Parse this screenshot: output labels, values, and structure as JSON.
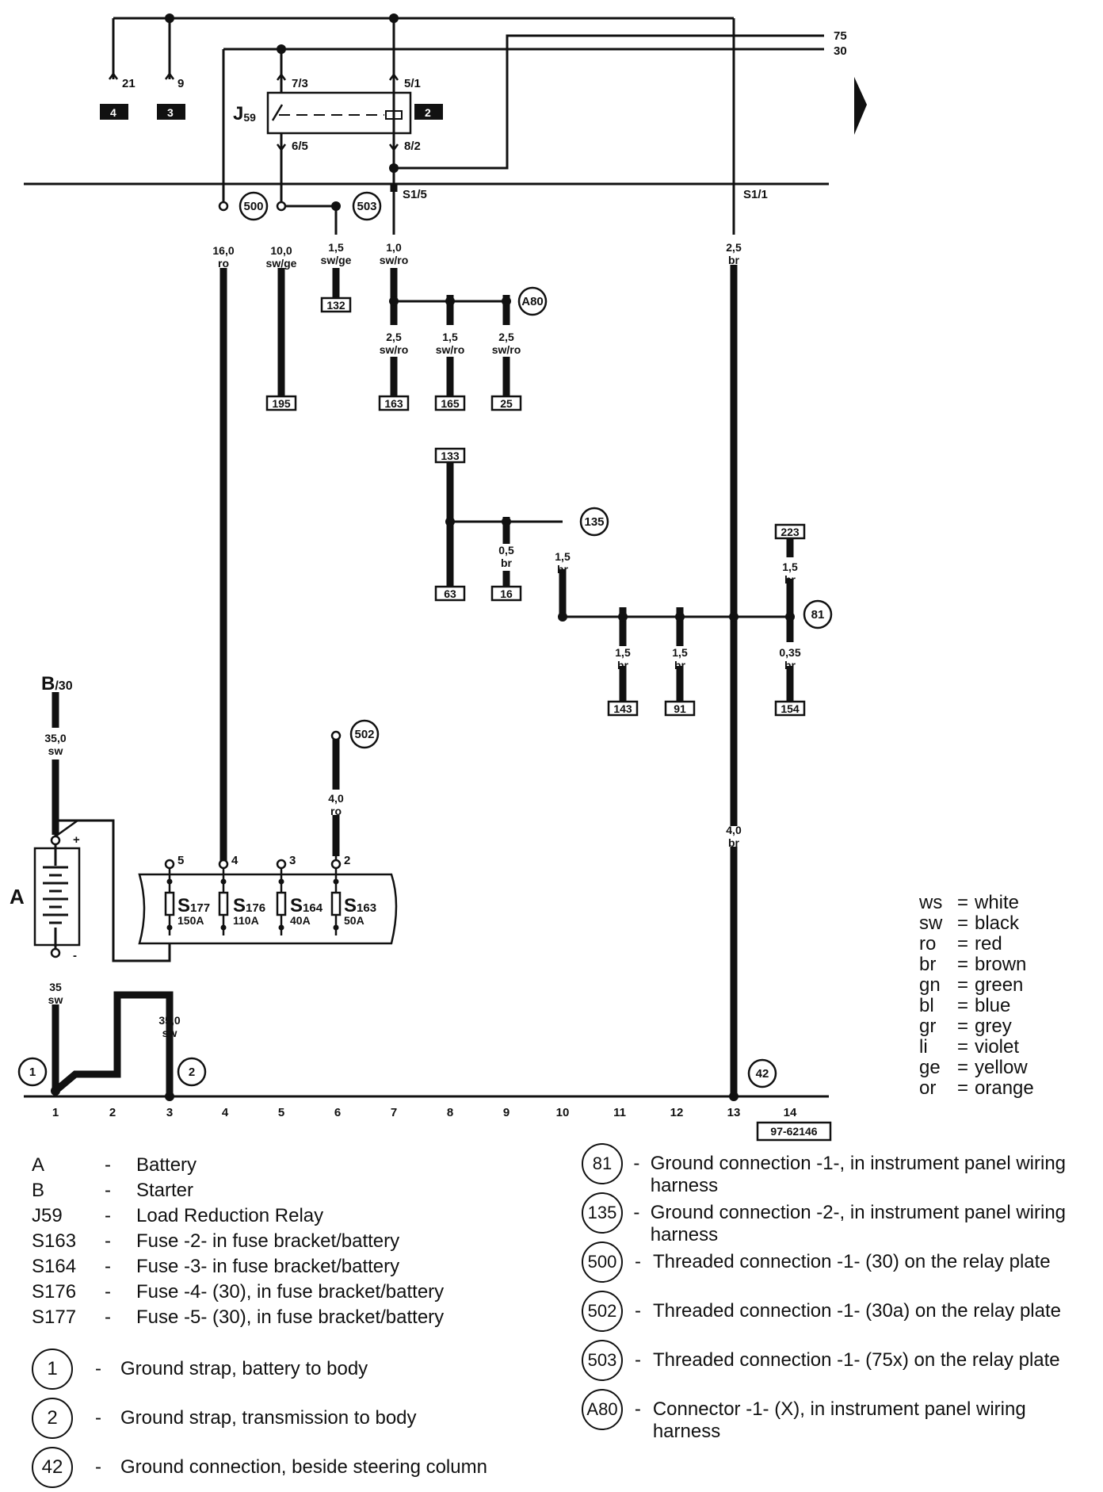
{
  "diagram": {
    "bus_top": [
      "75",
      "30"
    ],
    "relay": {
      "label": "J",
      "sub": "59",
      "pins": [
        "7/3",
        "5/1",
        "6/5",
        "8/2"
      ],
      "bus_pins": [
        "S1/5",
        "S1/1"
      ]
    },
    "fuse_connectors": [
      {
        "pin": "21",
        "box": "4"
      },
      {
        "pin": "9",
        "box": "3"
      },
      {
        "box": "2"
      }
    ],
    "wires": [
      {
        "size": "16,0",
        "color": "ro"
      },
      {
        "size": "10,0",
        "color": "sw/ge"
      },
      {
        "size": "1,5",
        "color": "sw/ge"
      },
      {
        "size": "1,0",
        "color": "sw/ro"
      },
      {
        "size": "2,5",
        "color": "br"
      },
      {
        "size": "2,5",
        "color": "sw/ro"
      },
      {
        "size": "1,5",
        "color": "sw/ro"
      },
      {
        "size": "2,5",
        "color": "sw/ro"
      },
      {
        "size": "0,5",
        "color": "br"
      },
      {
        "size": "1,5",
        "color": "br"
      },
      {
        "size": "1,5",
        "color": "br"
      },
      {
        "size": "1,5",
        "color": "br"
      },
      {
        "size": "1,5",
        "color": "br"
      },
      {
        "size": "0,35",
        "color": "br"
      },
      {
        "size": "35,0",
        "color": "sw"
      },
      {
        "size": "4,0",
        "color": "ro"
      },
      {
        "size": "4,0",
        "color": "br"
      },
      {
        "size": "35",
        "color": "sw"
      },
      {
        "size": "35,0",
        "color": "sw"
      }
    ],
    "refs": [
      "132",
      "195",
      "163",
      "165",
      "25",
      "133",
      "63",
      "16",
      "223",
      "143",
      "91",
      "154"
    ],
    "circles": [
      "500",
      "503",
      "A80",
      "135",
      "81",
      "502",
      "1",
      "2",
      "42"
    ],
    "starter": {
      "label": "B",
      "suffix": "/30"
    },
    "battery": {
      "label": "A",
      "plus": "+",
      "minus": "-"
    },
    "fuses": [
      {
        "pin": "5",
        "name": "S",
        "num": "177",
        "amp": "150A"
      },
      {
        "pin": "4",
        "name": "S",
        "num": "176",
        "amp": "110A"
      },
      {
        "pin": "3",
        "name": "S",
        "num": "164",
        "amp": "40A"
      },
      {
        "pin": "2",
        "name": "S",
        "num": "163",
        "amp": "50A"
      }
    ],
    "columns": [
      "1",
      "2",
      "3",
      "4",
      "5",
      "6",
      "7",
      "8",
      "9",
      "10",
      "11",
      "12",
      "13",
      "14"
    ],
    "doc_number": "97-62146"
  },
  "color_legend": [
    {
      "code": "ws",
      "name": "white"
    },
    {
      "code": "sw",
      "name": "black"
    },
    {
      "code": "ro",
      "name": "red"
    },
    {
      "code": "br",
      "name": "brown"
    },
    {
      "code": "gn",
      "name": "green"
    },
    {
      "code": "bl",
      "name": "blue"
    },
    {
      "code": "gr",
      "name": "grey"
    },
    {
      "code": "li",
      "name": "violet"
    },
    {
      "code": "ge",
      "name": "yellow"
    },
    {
      "code": "or",
      "name": "orange"
    }
  ],
  "legend_left": [
    {
      "code": "A",
      "desc": "Battery"
    },
    {
      "code": "B",
      "desc": "Starter"
    },
    {
      "code": "J59",
      "desc": "Load Reduction Relay"
    },
    {
      "code": "S163",
      "desc": "Fuse -2- in fuse bracket/battery"
    },
    {
      "code": "S164",
      "desc": "Fuse -3- in fuse bracket/battery"
    },
    {
      "code": "S176",
      "desc": "Fuse -4- (30), in fuse bracket/battery"
    },
    {
      "code": "S177",
      "desc": "Fuse -5- (30), in fuse bracket/battery"
    }
  ],
  "legend_left_circles": [
    {
      "code": "1",
      "desc": "Ground strap, battery to body"
    },
    {
      "code": "2",
      "desc": "Ground strap, transmission to body"
    },
    {
      "code": "42",
      "desc": "Ground connection, beside steering column"
    }
  ],
  "legend_right": [
    {
      "code": "81",
      "desc": "Ground connection -1-, in instrument panel wiring harness"
    },
    {
      "code": "135",
      "desc": "Ground connection -2-, in instrument panel wiring harness"
    },
    {
      "code": "500",
      "desc": "Threaded connection -1- (30) on the relay plate"
    },
    {
      "code": "502",
      "desc": "Threaded connection -1- (30a) on the relay plate"
    },
    {
      "code": "503",
      "desc": "Threaded connection -1- (75x) on the relay plate"
    },
    {
      "code": "A80",
      "desc": "Connector -1- (X), in instrument panel wiring harness"
    }
  ],
  "dash": "-",
  "equals": "="
}
